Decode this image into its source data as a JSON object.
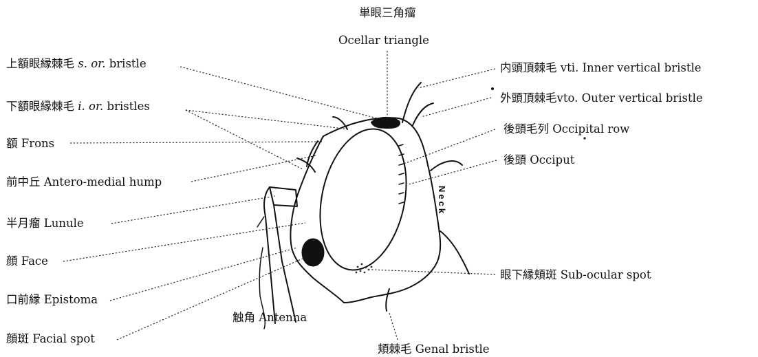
{
  "labels": {
    "ocellar_ja": "単眼三角瘤",
    "ocellar_en": "Ocellar triangle",
    "sor_ja": "上額眼縁棘毛",
    "sor_abbr": "s. or.",
    "sor_en": "bristle",
    "ior_ja": "下額眼縁棘毛",
    "ior_abbr": "i. or.",
    "ior_en": "bristles",
    "frons": "額 Frons",
    "hump": "前中丘 Antero-medial hump",
    "lunule": "半月瘤 Lunule",
    "face": "顔 Face",
    "epistoma": "口前縁 Epistoma",
    "facial_spot": "顔斑 Facial spot",
    "antenna": "触角 Antenna",
    "genal": "頬棘毛 Genal bristle",
    "vti_ja": "内頭頂棘毛",
    "vti_en": "vti. Inner vertical bristle",
    "vto_ja": "外頭頂棘毛",
    "vto_en": "vto. Outer vertical bristle",
    "occ_row": "後頭毛列 Occipital row",
    "occiput": "後頭 Occiput",
    "subocular": "眼下縁頬斑 Sub-ocular spot",
    "neck": "Neck"
  }
}
